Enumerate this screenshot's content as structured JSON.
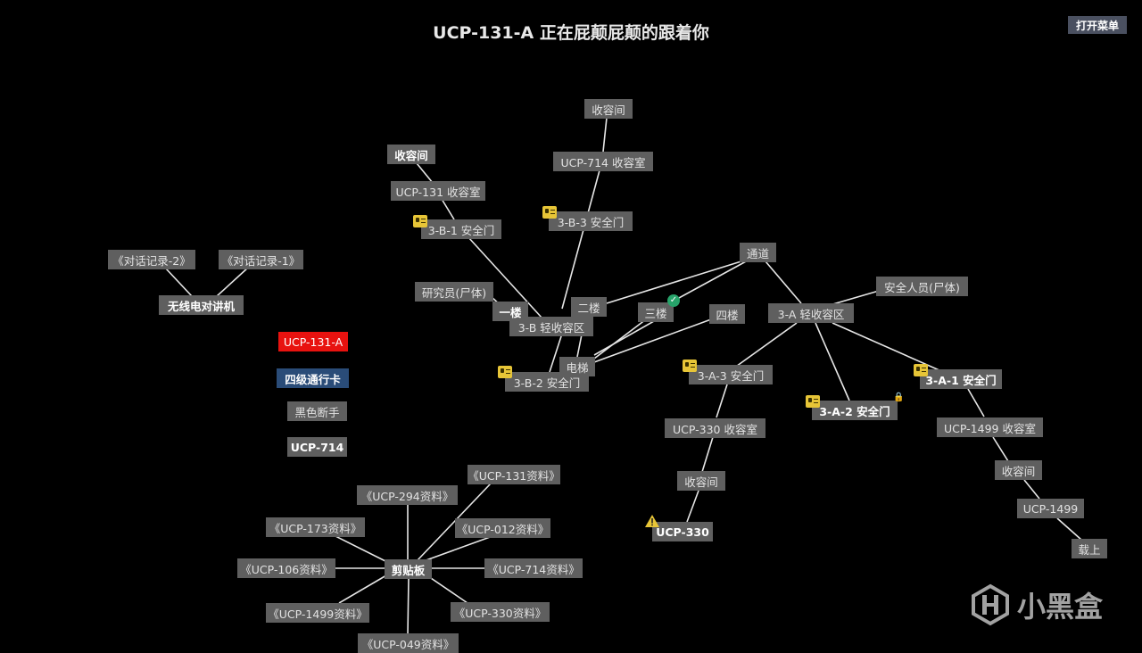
{
  "header": {
    "title": "UCP-131-A 正在屁颠屁颠的跟着你",
    "menu_button": "打开菜单"
  },
  "inventory": {
    "items": [
      "UCP-131-A",
      "四级通行卡",
      "黑色断手",
      "UCP-714"
    ]
  },
  "map": {
    "nodes": {
      "c714": "收容间",
      "u714room": "UCP-714 收容室",
      "c131": "收容间",
      "u131room": "UCP-131 收容室",
      "d3b1": "3-B-1 安全门",
      "d3b3": "3-B-3 安全门",
      "corridor": "通道",
      "researcher": "研究员(尸体)",
      "floor1": "一楼",
      "floor2": "二楼",
      "floor3": "三楼",
      "floor4": "四楼",
      "zone3b": "3-B 轻收容区",
      "zone3a": "3-A 轻收容区",
      "guard": "安全人员(尸体)",
      "elevator": "电梯",
      "d3b2": "3-B-2 安全门",
      "d3a3": "3-A-3 安全门",
      "d3a2": "3-A-2 安全门",
      "d3a1": "3-A-1 安全门",
      "u330room": "UCP-330 收容室",
      "c330": "收容间",
      "u330": "UCP-330",
      "u1499room": "UCP-1499 收容室",
      "c1499": "收容间",
      "u1499": "UCP-1499",
      "upload": "载上"
    },
    "notes": {
      "log2": "《对话记录-2》",
      "log1": "《对话记录-1》",
      "radio": "无线电对讲机"
    },
    "clipboard": {
      "hub": "剪贴板",
      "docs": {
        "d131": "《UCP-131资料》",
        "d294": "《UCP-294资料》",
        "d173": "《UCP-173资料》",
        "d012": "《UCP-012资料》",
        "d106": "《UCP-106资料》",
        "d714": "《UCP-714资料》",
        "d1499": "《UCP-1499资料》",
        "d330": "《UCP-330资料》",
        "d049": "《UCP-049资料》"
      }
    }
  },
  "icons": {
    "keycard": "keycard-icon",
    "check": "check-icon",
    "lock": "lock-icon",
    "warning": "warning-icon"
  },
  "watermark": {
    "text": "小黑盒"
  },
  "colors": {
    "background": "#000000",
    "node": "#5f5f5f",
    "current_item": "#e8120f",
    "keycard_item": "#2a4c78",
    "keycard_icon": "#e7c537",
    "check": "#27a36a"
  }
}
